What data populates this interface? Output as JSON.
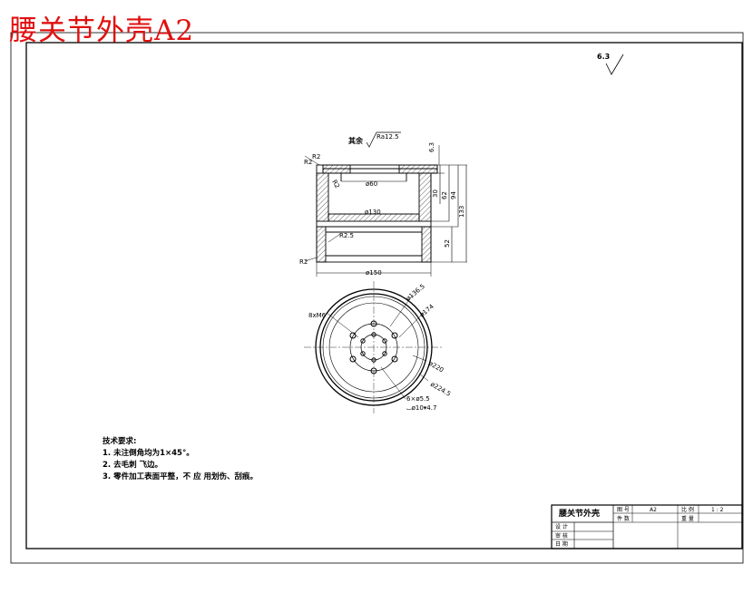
{
  "drawing": {
    "title": "腰关节外壳A2",
    "part_name": "腰关节外壳",
    "roughness_global": "6.3",
    "roughness_other": "其余",
    "roughness_other_value": "Ra12.5"
  },
  "notes": {
    "heading": "技术要求:",
    "items": [
      "1. 未注倒角均为1×45°。",
      "2. 去毛刺 飞边。",
      "3. 零件加工表面平整，不 应 用划伤、刮痕。"
    ]
  },
  "section_view": {
    "dims": [
      "R2",
      "R2",
      "R2",
      "R2.5",
      "R2",
      "6.3",
      "ø60",
      "ø130",
      "ø150",
      "30",
      "62",
      "94",
      "52",
      "133"
    ]
  },
  "plan_view": {
    "dims": [
      "8xM6",
      "ø136.5",
      "ø174",
      "ø220",
      "ø224.5",
      "6×ø5.5",
      "⌴ø10▾4.7"
    ]
  },
  "title_block": {
    "part_name": "腰关节外壳",
    "cells": [
      "图 号",
      "A2",
      "比 例",
      "1 : 2",
      "件 数",
      "重 量"
    ],
    "roles": [
      "设 计",
      "审 核",
      "日 期"
    ]
  }
}
